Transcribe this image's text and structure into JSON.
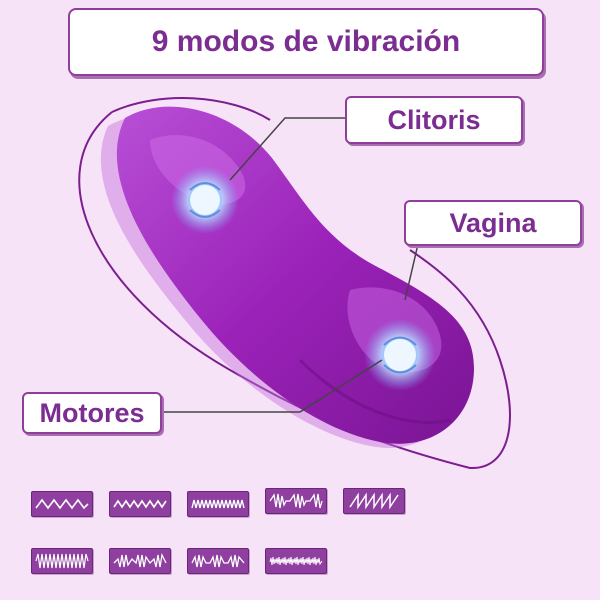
{
  "title": "9 modos de vibración",
  "labels": {
    "clitoris": "Clitoris",
    "vagina": "Vagina",
    "motores": "Motores"
  },
  "colors": {
    "brand_purple": "#7c2d91",
    "product_purple": "#a32ec2",
    "background": "#f7e3f7"
  },
  "vibration_modes": [
    {
      "pattern": "sine-slow"
    },
    {
      "pattern": "sine-medium"
    },
    {
      "pattern": "sine-fast"
    },
    {
      "pattern": "pulse-burst"
    },
    {
      "pattern": "sawtooth-ramp"
    },
    {
      "pattern": "dense-burst"
    },
    {
      "pattern": "wave-burst"
    },
    {
      "pattern": "spike-cluster"
    },
    {
      "pattern": "dense-continuous"
    }
  ]
}
